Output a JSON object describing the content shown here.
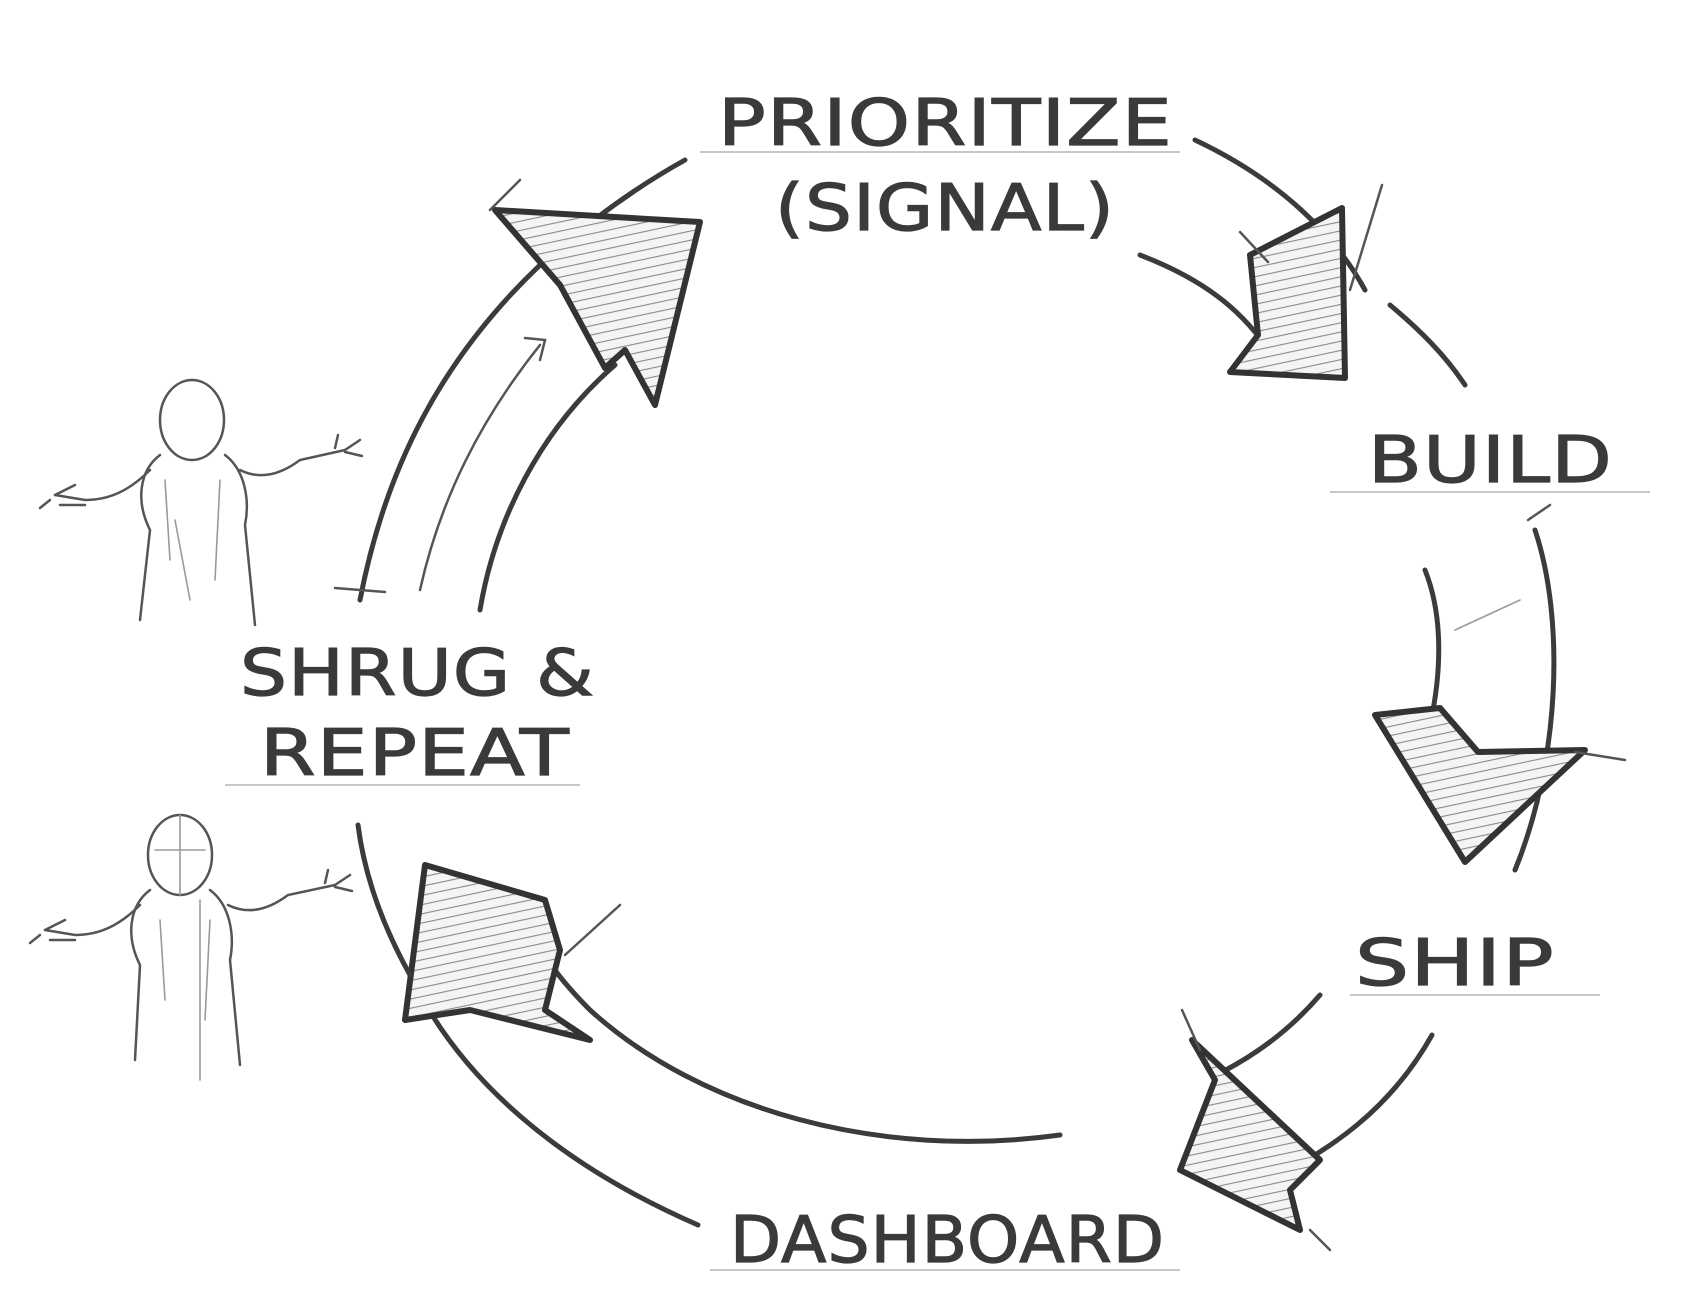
{
  "labels": {
    "prioritize": "PRIORITIZE",
    "signal": "(SIGNAL)",
    "build": "BUILD",
    "ship": "SHIP",
    "dashboard": "DASHBOARD",
    "shrug": "SHRUG &",
    "repeat": "REPEAT"
  },
  "colors": {
    "ink": "#3a3a3a",
    "hatch": "#7a7a7a",
    "background": "#ffffff"
  }
}
